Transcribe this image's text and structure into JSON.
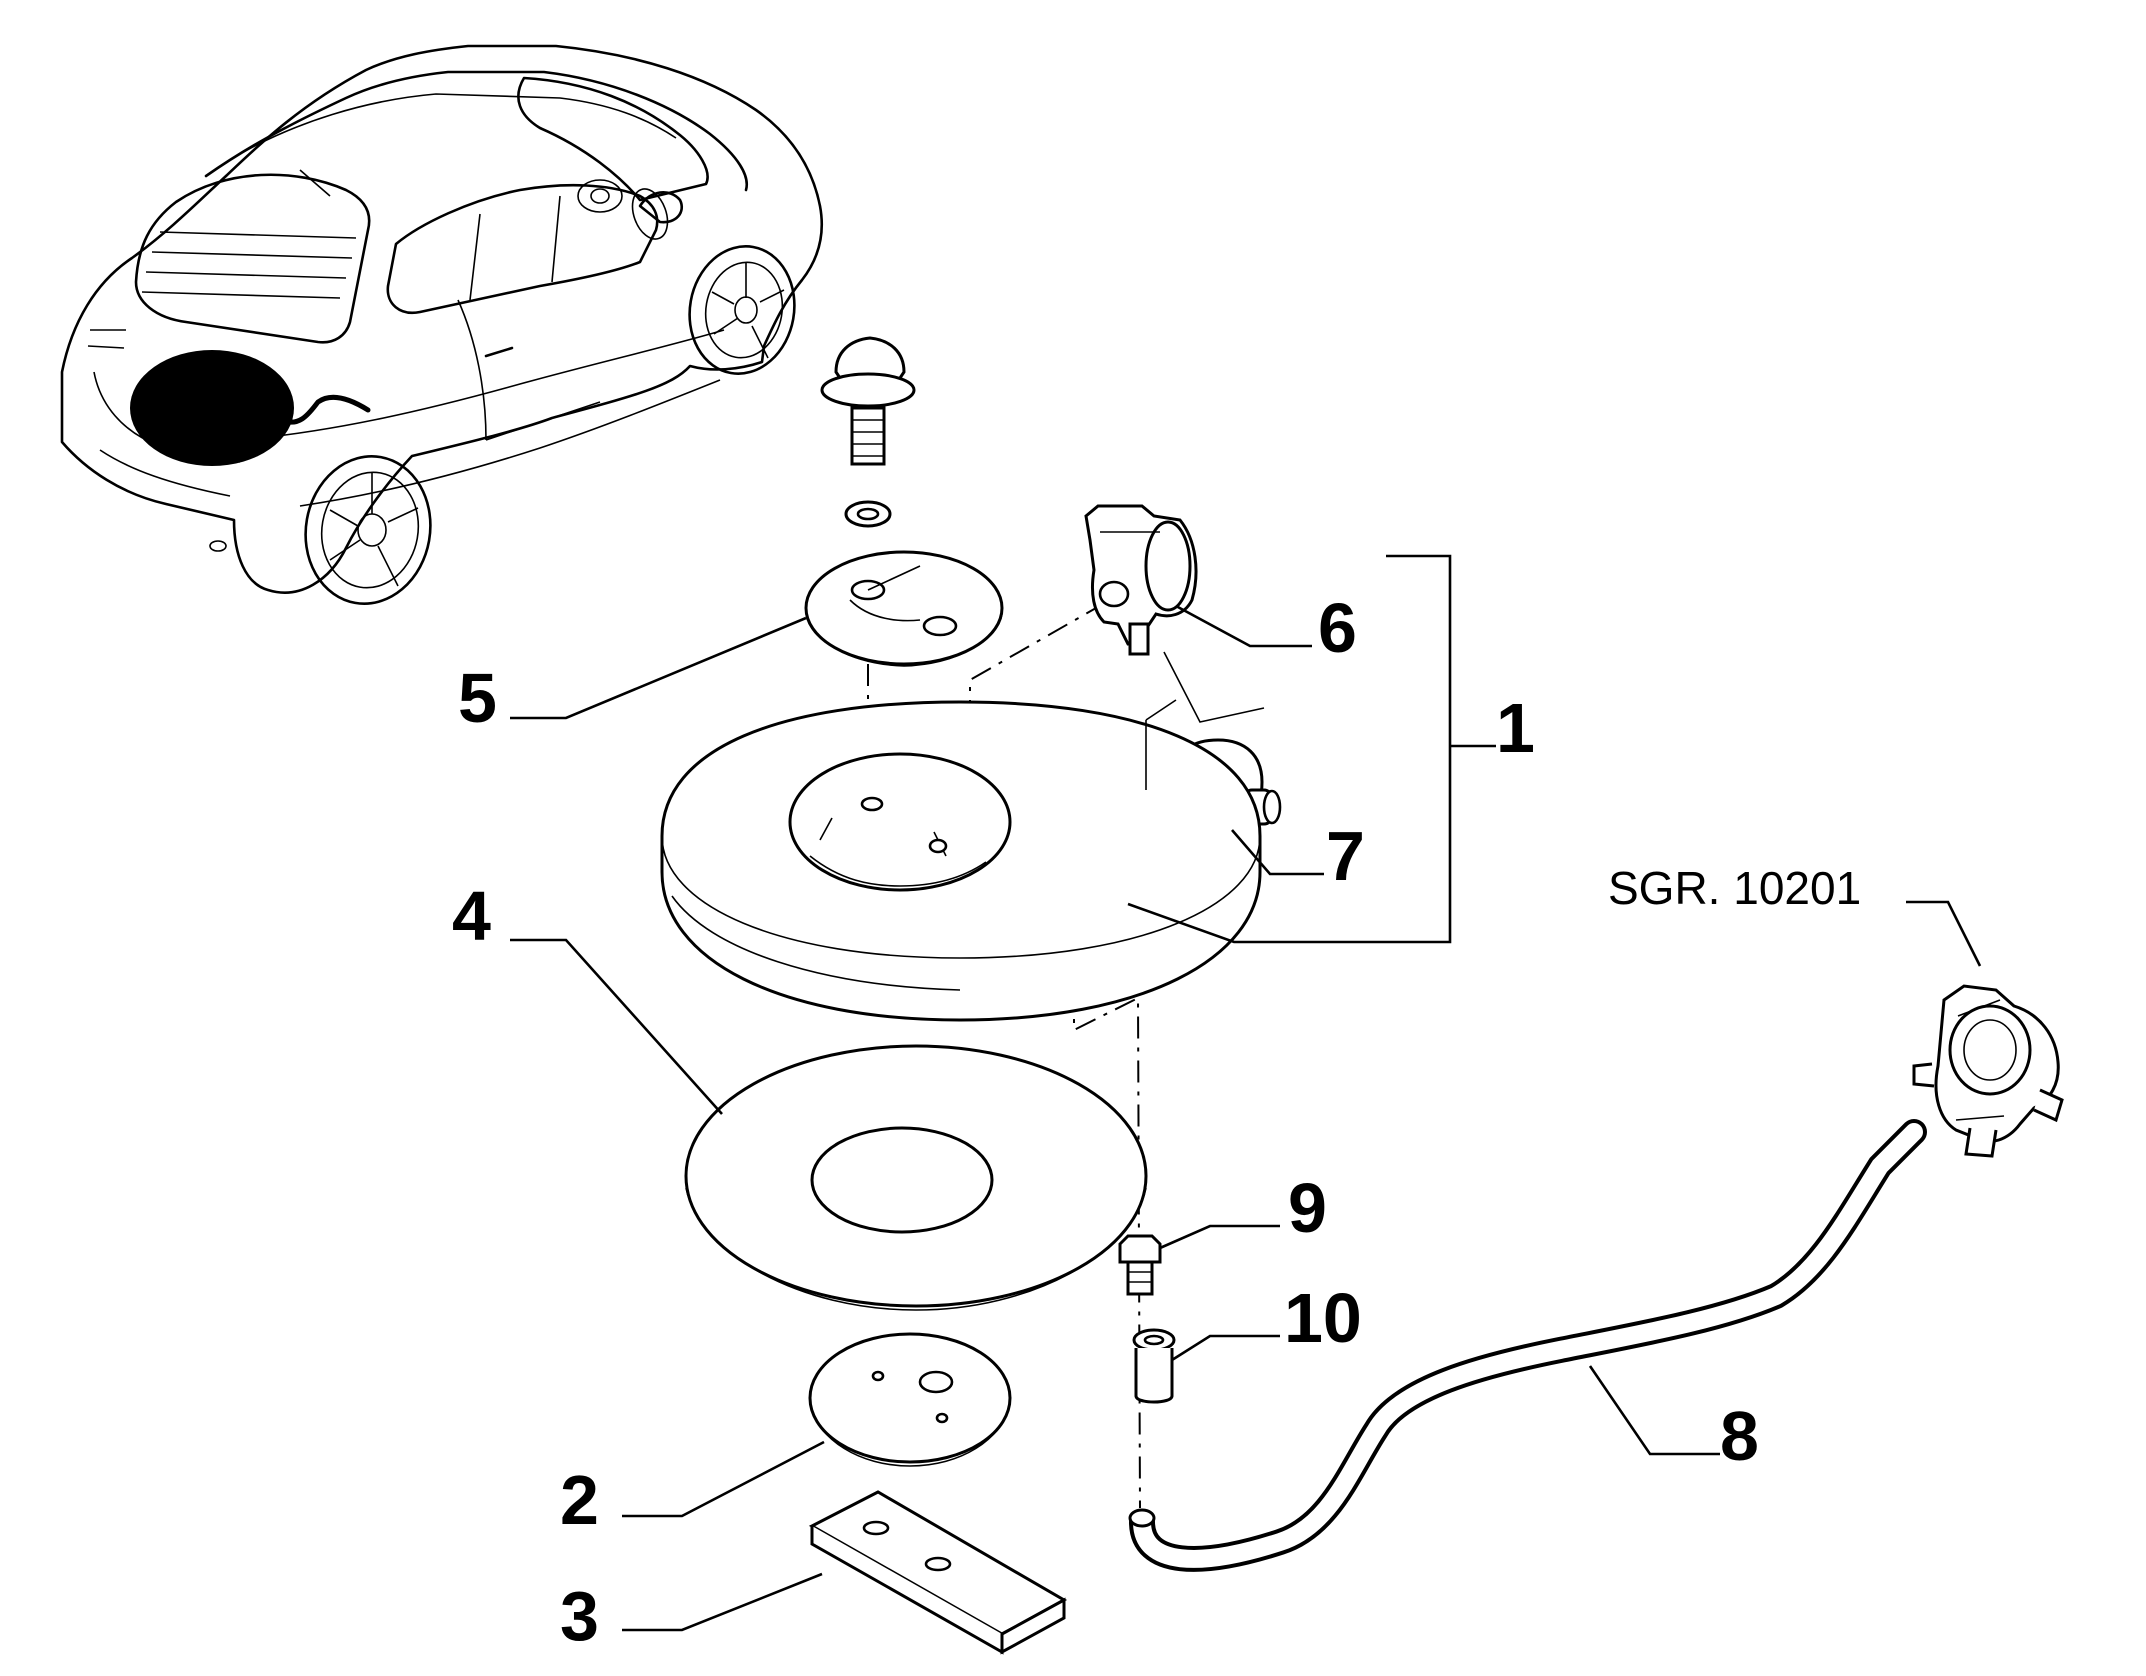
{
  "callouts": {
    "c1": "1",
    "c2": "2",
    "c3": "3",
    "c4": "4",
    "c5": "5",
    "c6": "6",
    "c7": "7",
    "c8": "8",
    "c9": "9",
    "c10": "10"
  },
  "reference": "SGR. 10201",
  "icons": {
    "car": "car-illustration-icon",
    "tank_highlight": "tank-location-highlight-icon"
  },
  "colors": {
    "line": "#000000",
    "background": "#ffffff"
  }
}
